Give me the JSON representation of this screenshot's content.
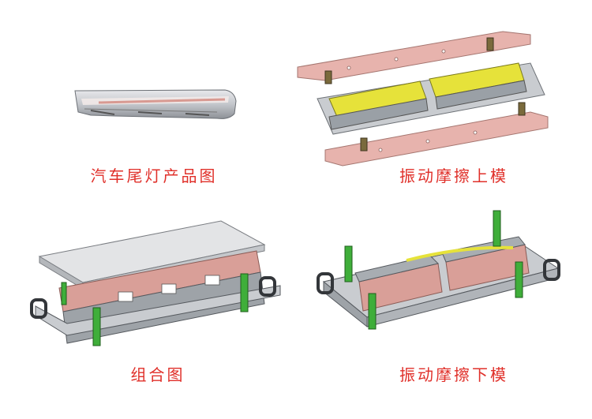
{
  "captions": {
    "product": "汽车尾灯产品图",
    "upper_mold": "振动摩擦上模",
    "assembly": "组合图",
    "lower_mold": "振动摩擦下模"
  },
  "colors": {
    "caption_red": "#e0302a",
    "plate_pink": "#e7b3ad",
    "plate_gray": "#c9ccd0",
    "part_yellow": "#e6e23a",
    "pillar_green": "#3fae3a",
    "steel_dark": "#55595e"
  }
}
